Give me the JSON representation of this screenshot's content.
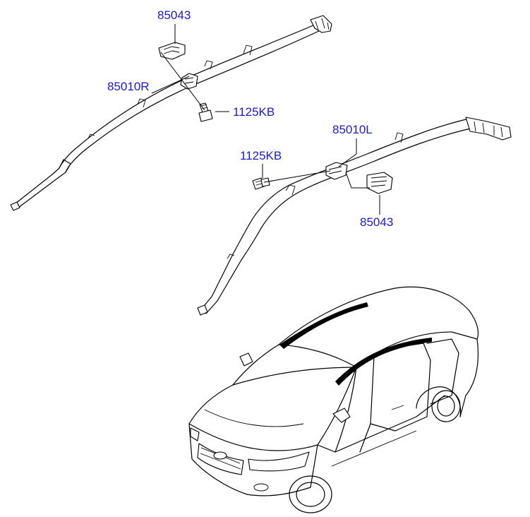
{
  "callouts": {
    "bracket_upper": "85043",
    "airbag_right": "85010R",
    "bolt_upper": "1125KB",
    "airbag_left": "85010L",
    "bolt_lower": "1125KB",
    "bracket_lower": "85043"
  },
  "colors": {
    "callout_text": "#1a1ad6",
    "line": "#000000"
  }
}
